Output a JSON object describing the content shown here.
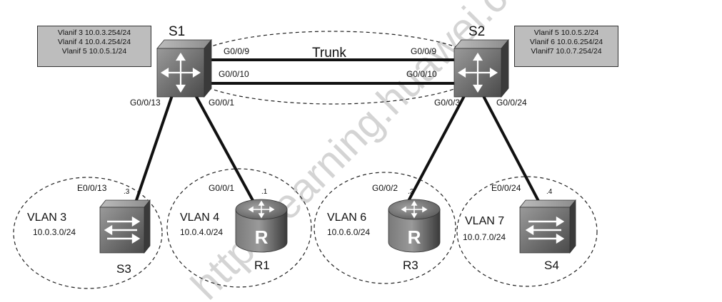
{
  "title": "Trunk",
  "watermark": "http://learning.huawei.com/en",
  "colors": {
    "box_fill": "#bdbdbd",
    "device_dark": "#3a3a3a",
    "device_mid": "#8a8a8a",
    "link": "#111111",
    "ellipse": "#222222",
    "watermark": "#cfcfcf"
  },
  "switches": {
    "s1": {
      "name": "S1",
      "vlanif": [
        "Vlanif 3 10.0.3.254/24",
        "Vlanif 4 10.0.4.254/24",
        "Vlanif 5 10.0.5.1/24"
      ],
      "ports": {
        "p9": "G0/0/9",
        "p10": "G0/0/10",
        "p13": "G0/0/13",
        "p1": "G0/0/1"
      }
    },
    "s2": {
      "name": "S2",
      "vlanif": [
        "Vlanif 5 10.0.5.2/24",
        "Vlanif 6 10.0.6.254/24",
        "Vlanif7 10.0.7.254/24"
      ],
      "ports": {
        "p9": "G0/0/9",
        "p10": "G0/0/10",
        "p3": "G0/0/3",
        "p24": "G0/0/24"
      }
    }
  },
  "hosts": [
    {
      "id": "s3",
      "name": "S3",
      "kind": "switch",
      "vlan": "VLAN 3",
      "subnet": "10.0.3.0/24",
      "port": "E0/0/13",
      "host_id": ".3"
    },
    {
      "id": "r1",
      "name": "R1",
      "kind": "router",
      "vlan": "VLAN 4",
      "subnet": "10.0.4.0/24",
      "port": "G0/0/1",
      "host_id": ".1"
    },
    {
      "id": "r3",
      "name": "R3",
      "kind": "router",
      "vlan": "VLAN 6",
      "subnet": "10.0.6.0/24",
      "port": "G0/0/2",
      "host_id": ".3"
    },
    {
      "id": "s4",
      "name": "S4",
      "kind": "switch",
      "vlan": "VLAN 7",
      "subnet": "10.0.7.0/24",
      "port": "E0/0/24",
      "host_id": ".4"
    }
  ]
}
